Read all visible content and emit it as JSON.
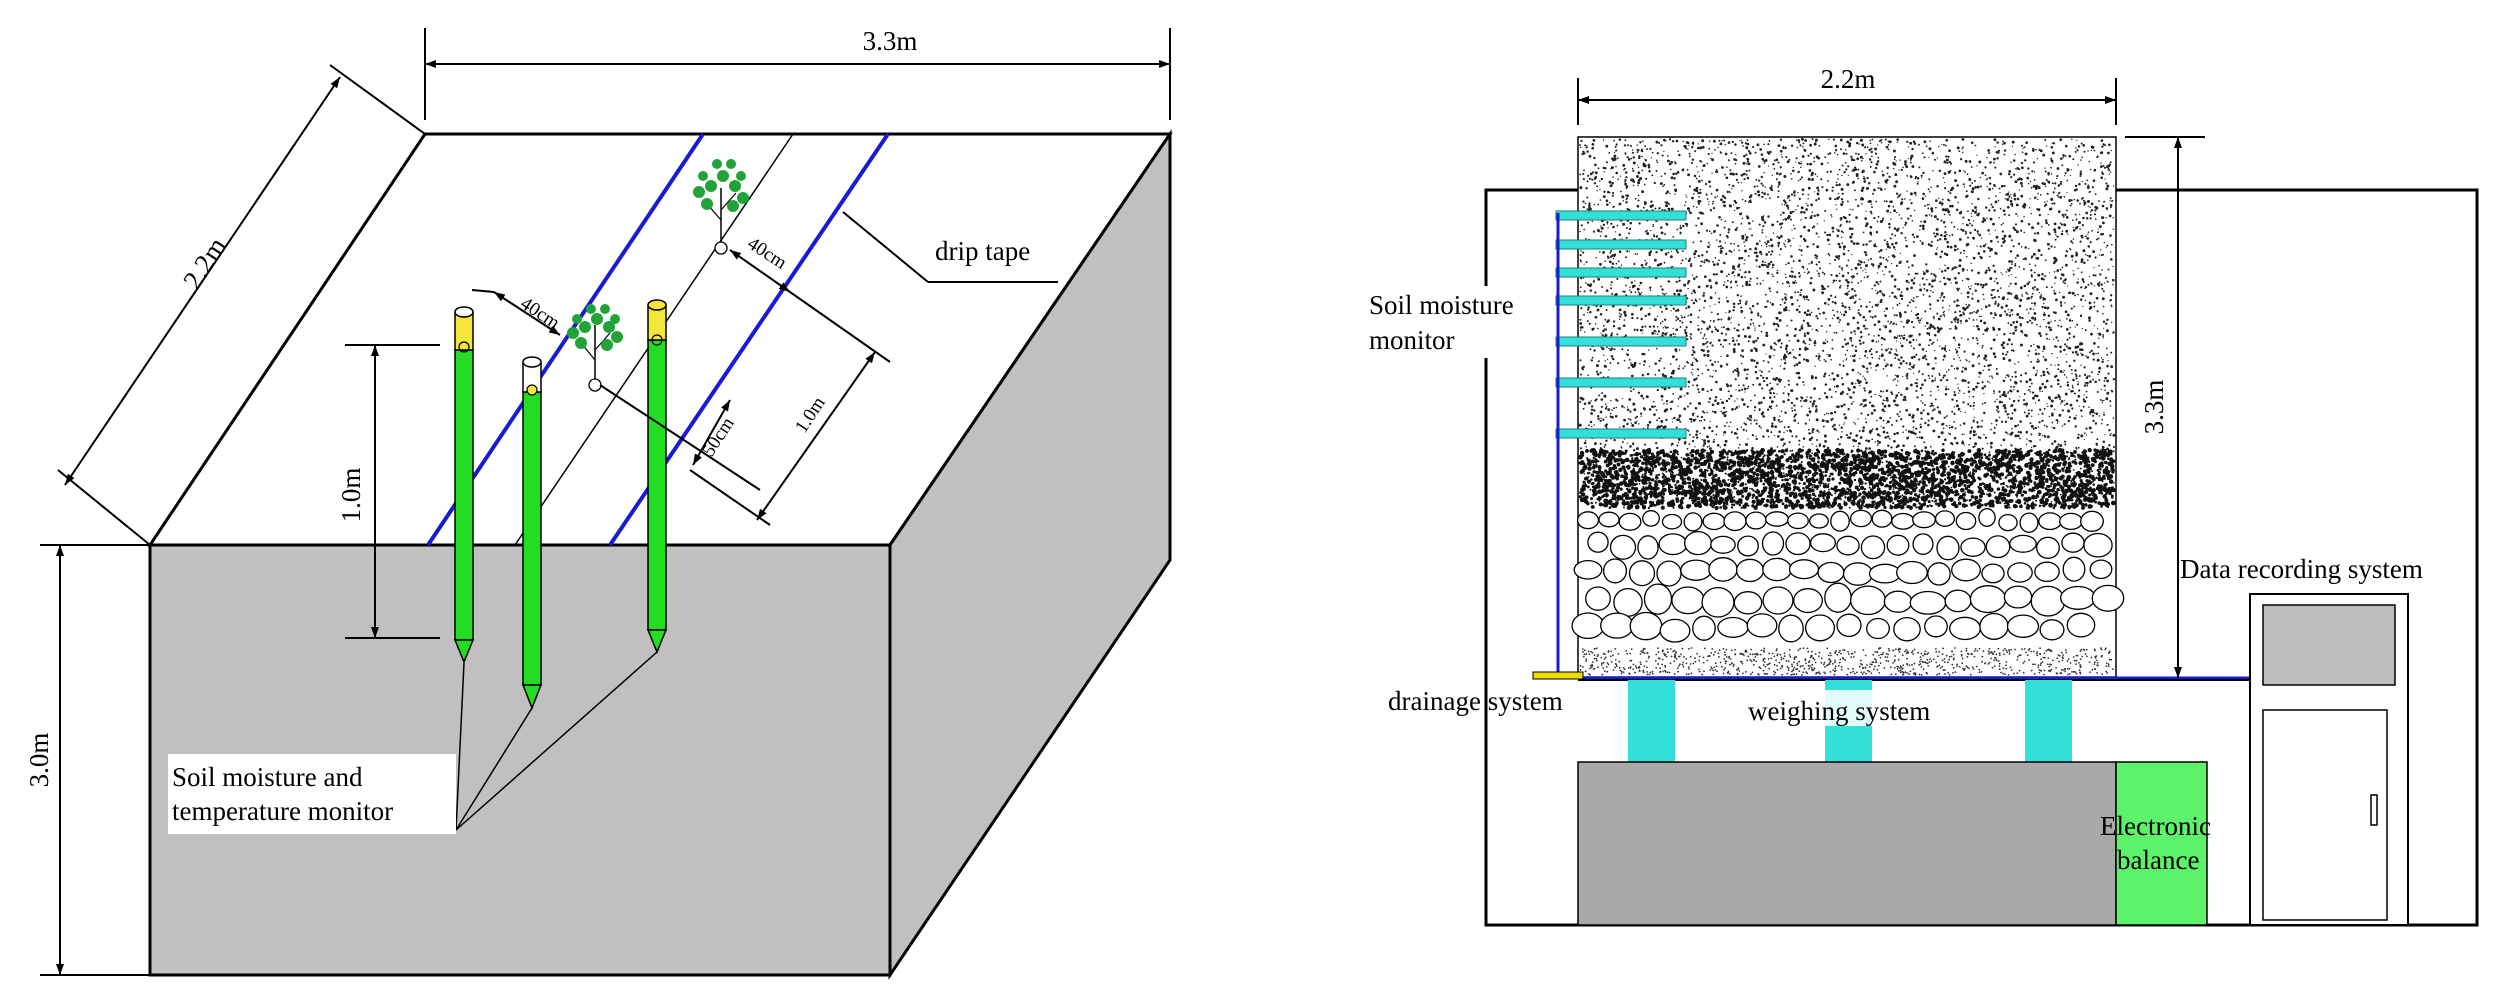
{
  "left_figure": {
    "dims": {
      "width": "3.3m",
      "depth": "2.2m",
      "height": "3.0m",
      "probe_depth": "1.0m",
      "spacing_a": "40cm",
      "spacing_b": "40cm",
      "row_gap": "50cm",
      "row_len": "1.0m"
    },
    "labels": {
      "drip_tape": "drip tape",
      "monitor_line1": "Soil moisture and",
      "monitor_line2": "temperature monitor"
    }
  },
  "right_figure": {
    "dims": {
      "width": "2.2m",
      "height": "3.3m"
    },
    "labels": {
      "soil_monitor_line1": "Soil moisture",
      "soil_monitor_line2": "monitor",
      "data_recording": "Data recording system",
      "drainage": "drainage system",
      "weighing": "weighing system",
      "balance_line1": "Electronic",
      "balance_line2": "balance"
    }
  },
  "colors": {
    "probe": "#22dd22",
    "probe_cap": "#f5e63a",
    "drip_tape": "#1a1ad6",
    "box_side": "#c0c0c0",
    "sensor": "#33e0d8",
    "balance": "#5cf26a",
    "base": "#a9a9a9",
    "panel": "#bdbdbd",
    "drain": "#f0dc00"
  }
}
